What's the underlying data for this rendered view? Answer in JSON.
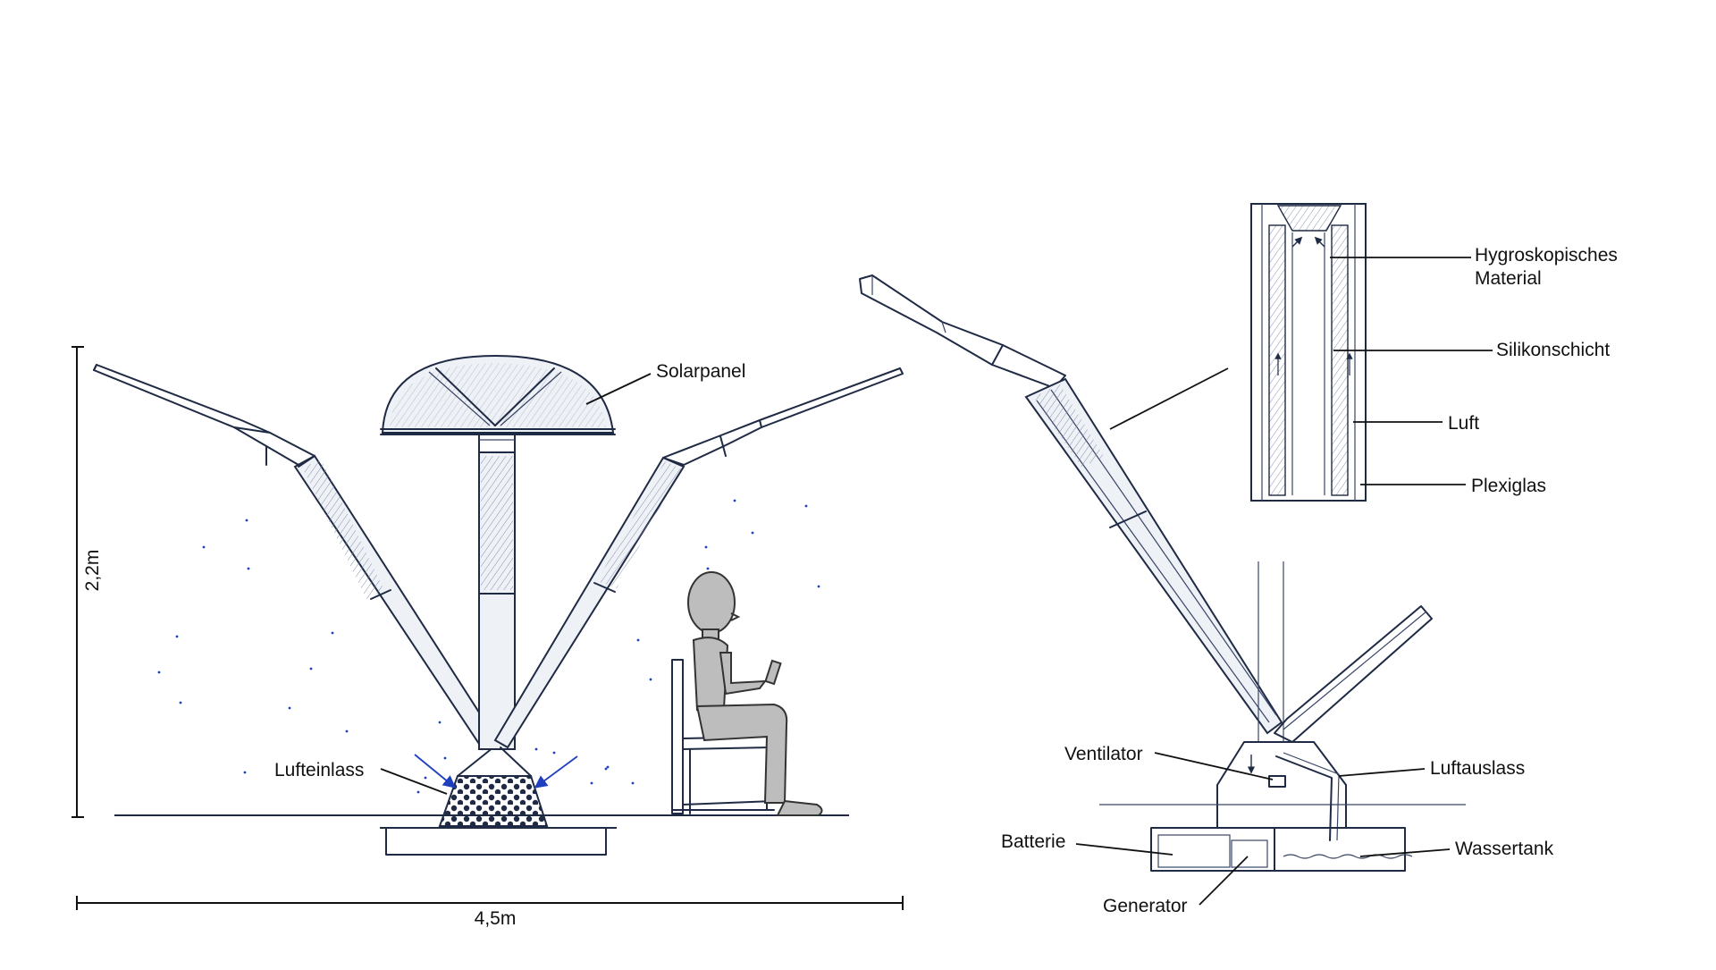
{
  "labels": {
    "solarpanel": "Solarpanel",
    "lufteinlass": "Lufteinlass",
    "hygro_line1": "Hygroskopisches",
    "hygro_line2": "Material",
    "silikonschicht": "Silikonschicht",
    "luft": "Luft",
    "plexiglas": "Plexiglas",
    "ventilator": "Ventilator",
    "luftauslass": "Luftauslass",
    "batterie": "Batterie",
    "wassertank": "Wassertank",
    "generator": "Generator"
  },
  "dimensions": {
    "height": "2,2m",
    "width": "4,5m"
  },
  "colors": {
    "ink": "#1f2a44",
    "accent_blue": "#1f3fbf",
    "figure_gray": "#bdbdbd"
  }
}
